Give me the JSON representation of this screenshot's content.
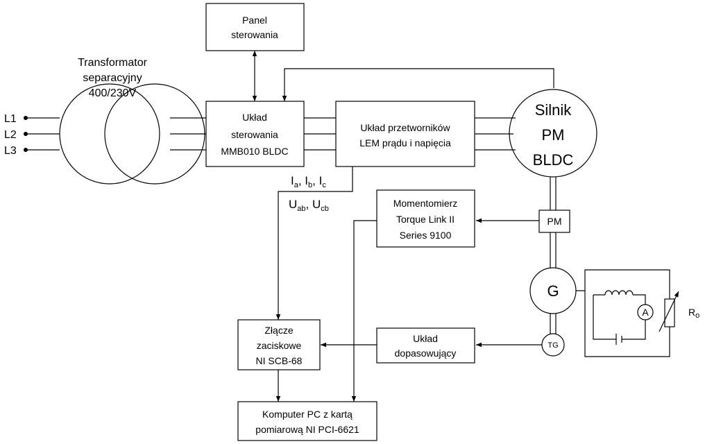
{
  "inputs": {
    "l1": "L1",
    "l2": "L2",
    "l3": "L3"
  },
  "transformer": {
    "line1": "Transformator",
    "line2": "separacyjny",
    "line3": "400/230V"
  },
  "panel": {
    "line1": "Panel",
    "line2": "sterowania"
  },
  "controller": {
    "line1": "Układ",
    "line2": "sterowania",
    "line3": "MMB010 BLDC"
  },
  "lem": {
    "line1": "Układ przetworników",
    "line2": "LEM prądu i napięcia"
  },
  "motor": {
    "line1": "Silnik",
    "line2": "PM",
    "line3": "BLDC"
  },
  "currents": {
    "i": "I",
    "a": "a",
    "sep1": ", I",
    "b": "b",
    "sep2": ", I",
    "c": "c"
  },
  "voltages": {
    "u": "U",
    "ab": "ab",
    "sep": ", U",
    "cb": "cb"
  },
  "torque_meter": {
    "line1": "Momentomierz",
    "line2": "Torque Link II",
    "line3": "Series 9100"
  },
  "pm_sensor": "PM",
  "generator": "G",
  "ammeter": "A",
  "tachogenerator": "TG",
  "resistor": {
    "r": "R",
    "sub": "o"
  },
  "terminal_block": {
    "line1": "Złącze",
    "line2": "zaciskowe",
    "line3": "NI SCB-68"
  },
  "matching_unit": {
    "line1": "Układ",
    "line2": "dopasowujący"
  },
  "computer": {
    "line1": "Komputer PC z kartą",
    "line2": "pomiarową NI PCI-6621"
  }
}
